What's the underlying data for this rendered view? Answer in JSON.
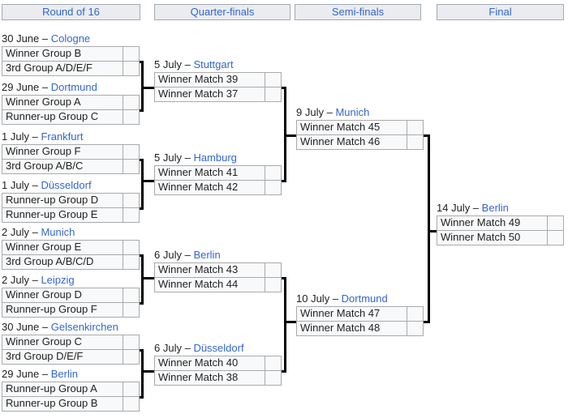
{
  "headers": [
    "Round of 16",
    "Quarter-finals",
    "Semi-finals",
    "Final"
  ],
  "colors": {
    "link_blue": "#3366cc",
    "connector_black": "#000000",
    "cell_background": "#f8f9fa",
    "cell_border": "#aaaaaa",
    "header_background": "#eaecf0",
    "header_border": "#a2a9b1"
  },
  "matches": {
    "r16_1": {
      "date_label": "30 June –",
      "city": "Cologne",
      "team1": "Winner Group B",
      "score1": "",
      "team2": "3rd Group A/D/E/F",
      "score2": ""
    },
    "r16_2": {
      "date_label": "29 June –",
      "city": "Dortmund",
      "team1": "Winner Group A",
      "score1": "",
      "team2": "Runner-up Group C",
      "score2": ""
    },
    "r16_3": {
      "date_label": "1 July –",
      "city": "Frankfurt",
      "team1": "Winner Group F",
      "score1": "",
      "team2": "3rd Group A/B/C",
      "score2": ""
    },
    "r16_4": {
      "date_label": "1 July –",
      "city": "Düsseldorf",
      "team1": "Runner-up Group D",
      "score1": "",
      "team2": "Runner-up Group E",
      "score2": ""
    },
    "r16_5": {
      "date_label": "2 July –",
      "city": "Munich",
      "team1": "Winner Group E",
      "score1": "",
      "team2": "3rd Group A/B/C/D",
      "score2": ""
    },
    "r16_6": {
      "date_label": "2 July –",
      "city": "Leipzig",
      "team1": "Winner Group D",
      "score1": "",
      "team2": "Runner-up Group F",
      "score2": ""
    },
    "r16_7": {
      "date_label": "30 June –",
      "city": "Gelsenkirchen",
      "team1": "Winner Group C",
      "score1": "",
      "team2": "3rd Group D/E/F",
      "score2": ""
    },
    "r16_8": {
      "date_label": "29 June –",
      "city": "Berlin",
      "team1": "Runner-up Group A",
      "score1": "",
      "team2": "Runner-up Group B",
      "score2": ""
    },
    "qf_1": {
      "date_label": "5 July –",
      "city": "Stuttgart",
      "team1": "Winner Match 39",
      "score1": "",
      "team2": "Winner Match 37",
      "score2": ""
    },
    "qf_2": {
      "date_label": "5 July –",
      "city": "Hamburg",
      "team1": "Winner Match 41",
      "score1": "",
      "team2": "Winner Match 42",
      "score2": ""
    },
    "qf_3": {
      "date_label": "6 July –",
      "city": "Berlin",
      "team1": "Winner Match 43",
      "score1": "",
      "team2": "Winner Match 44",
      "score2": ""
    },
    "qf_4": {
      "date_label": "6 July –",
      "city": "Düsseldorf",
      "team1": "Winner Match 40",
      "score1": "",
      "team2": "Winner Match 38",
      "score2": ""
    },
    "sf_1": {
      "date_label": "9 July –",
      "city": "Munich",
      "team1": "Winner Match 45",
      "score1": "",
      "team2": "Winner Match 46",
      "score2": ""
    },
    "sf_2": {
      "date_label": "10 July –",
      "city": "Dortmund",
      "team1": "Winner Match 47",
      "score1": "",
      "team2": "Winner Match 48",
      "score2": ""
    },
    "final": {
      "date_label": "14 July –",
      "city": "Berlin",
      "team1": "Winner Match 49",
      "score1": "",
      "team2": "Winner Match 50",
      "score2": ""
    }
  }
}
